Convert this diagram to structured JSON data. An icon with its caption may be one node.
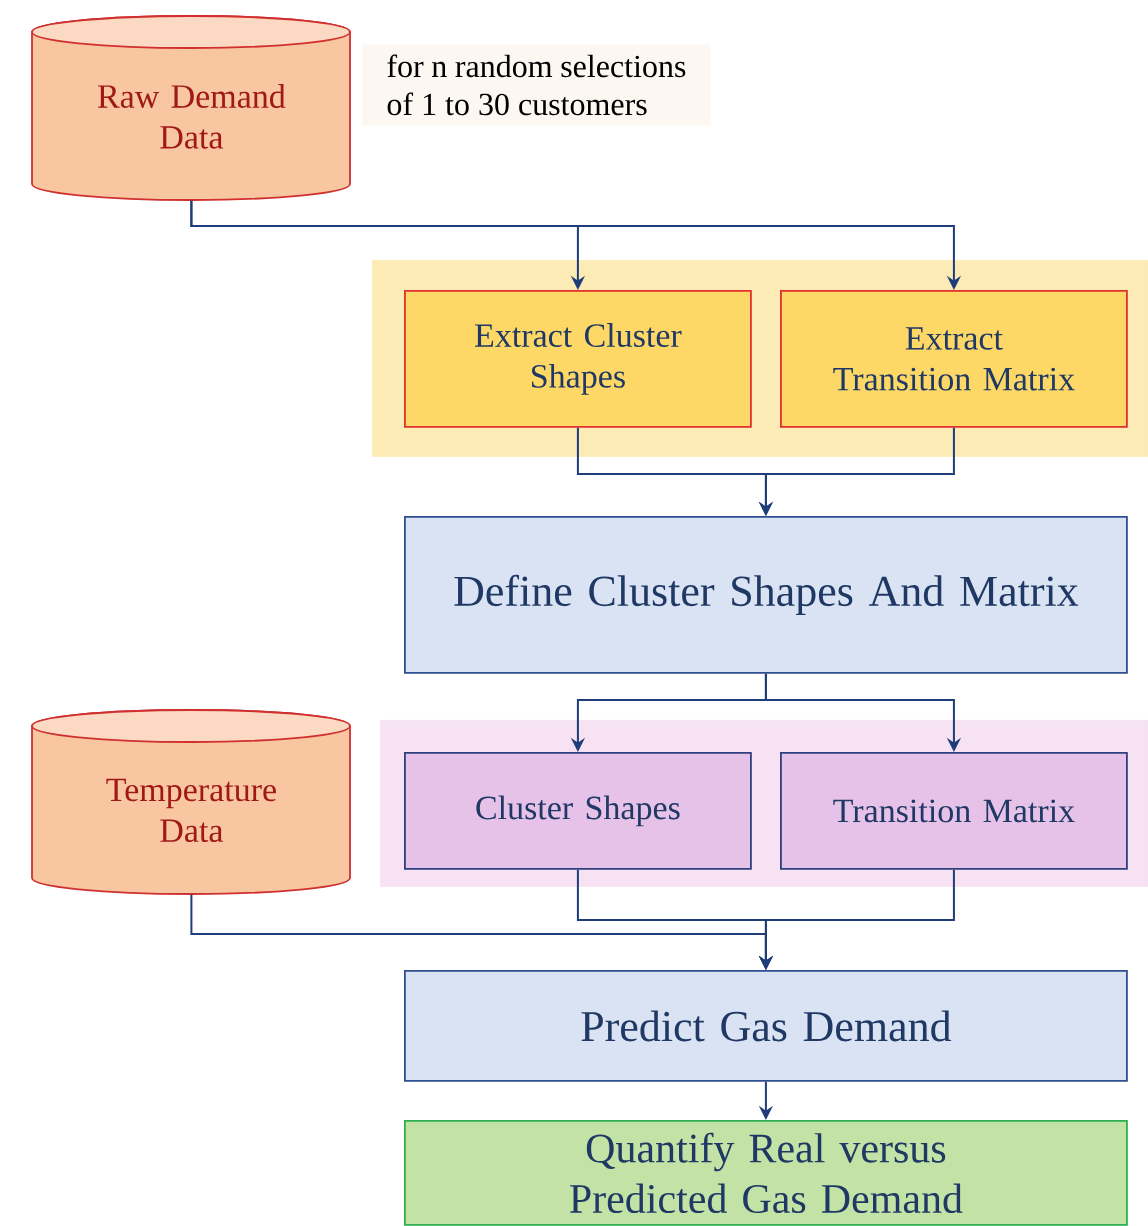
{
  "diagram": {
    "nodes": [
      {
        "text": [
          "Raw Demand Data"
        ],
        "beside": [
          "for n random selections of 1 to 30 customers"
        ]
      },
      {
        "text": [],
        "shape": "box"
      },
      {
        "text": [
          "Extract Cluster Shapes"
        ],
        "in": 1
      },
      {
        "text": [
          "Extract Transition Matrix"
        ],
        "in": 1
      },
      {
        "text": [
          "Define Cluster Shapes And Matrix"
        ]
      },
      {
        "text": [
          "Temperature Data"
        ]
      },
      {
        "text": [],
        "shape": "box"
      },
      {
        "text": [
          "Cluster Shapes"
        ],
        "in": 6
      },
      {
        "text": [
          "Transition Matrix"
        ],
        "in": 6
      },
      {
        "text": [
          "Predict Gas Demand"
        ]
      },
      {
        "text": [
          "Quantify Real versus Predicted Gas Demand"
        ]
      }
    ],
    "edges": [
      {
        "from": 0,
        "to": 2,
        "arrow": "to"
      },
      {
        "from": 0,
        "to": 3,
        "arrow": "to"
      },
      {
        "from": 2,
        "to": 4,
        "arrow": "to"
      },
      {
        "from": 3,
        "to": 4,
        "arrow": "to"
      },
      {
        "from": 4,
        "to": 7,
        "arrow": "to"
      },
      {
        "from": 4,
        "to": 8,
        "arrow": "to"
      },
      {
        "from": 5,
        "to": 9,
        "arrow": "to"
      },
      {
        "from": 7,
        "to": 9,
        "arrow": "to"
      },
      {
        "from": 8,
        "to": 9,
        "arrow": "to"
      },
      {
        "from": 9,
        "to": 10,
        "arrow": "to"
      }
    ]
  }
}
